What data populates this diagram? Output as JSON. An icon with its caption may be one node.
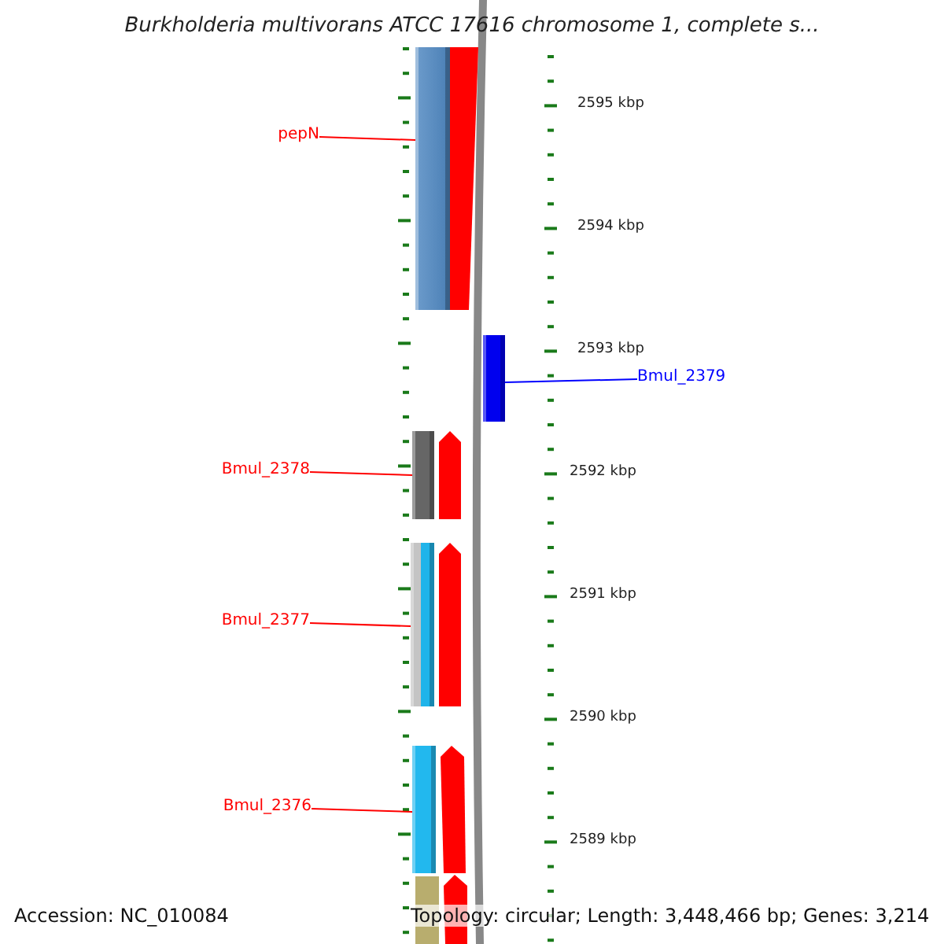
{
  "diagram": {
    "title": "Burkholderia multivorans ATCC 17616 chromosome 1, complete s...",
    "nodes": [
      {
        "text": [
          "pepN"
        ]
      },
      {
        "text": [],
        "shape": "bar"
      },
      {
        "text": [
          "Bmul_2379"
        ]
      },
      {
        "text": [],
        "shape": "bar"
      },
      {
        "text": [
          "Bmul_2378"
        ]
      },
      {
        "text": [],
        "shape": "bar"
      },
      {
        "text": [
          "Bmul_2377"
        ]
      },
      {
        "text": [],
        "shape": "bar"
      },
      {
        "text": [
          "Bmul_2376"
        ]
      },
      {
        "text": [],
        "shape": "bar"
      }
    ],
    "edges": [
      {
        "from": 0,
        "to": 1,
        "arrow": "none"
      },
      {
        "from": 2,
        "to": 3,
        "arrow": "none",
        "color": "#0000ff"
      },
      {
        "from": 4,
        "to": 5,
        "arrow": "none"
      },
      {
        "from": 6,
        "to": 7,
        "arrow": "none"
      },
      {
        "from": 8,
        "to": 9,
        "arrow": "none"
      }
    ],
    "labels": [
      "2595 kbp",
      "2594 kbp",
      "2593 kbp",
      "2592 kbp",
      "2591 kbp",
      "2590 kbp",
      "2589 kbp",
      "Accession: NC_010084",
      "Topology: circular; Length: 3,448,466 bp; Genes: 3,214"
    ]
  }
}
